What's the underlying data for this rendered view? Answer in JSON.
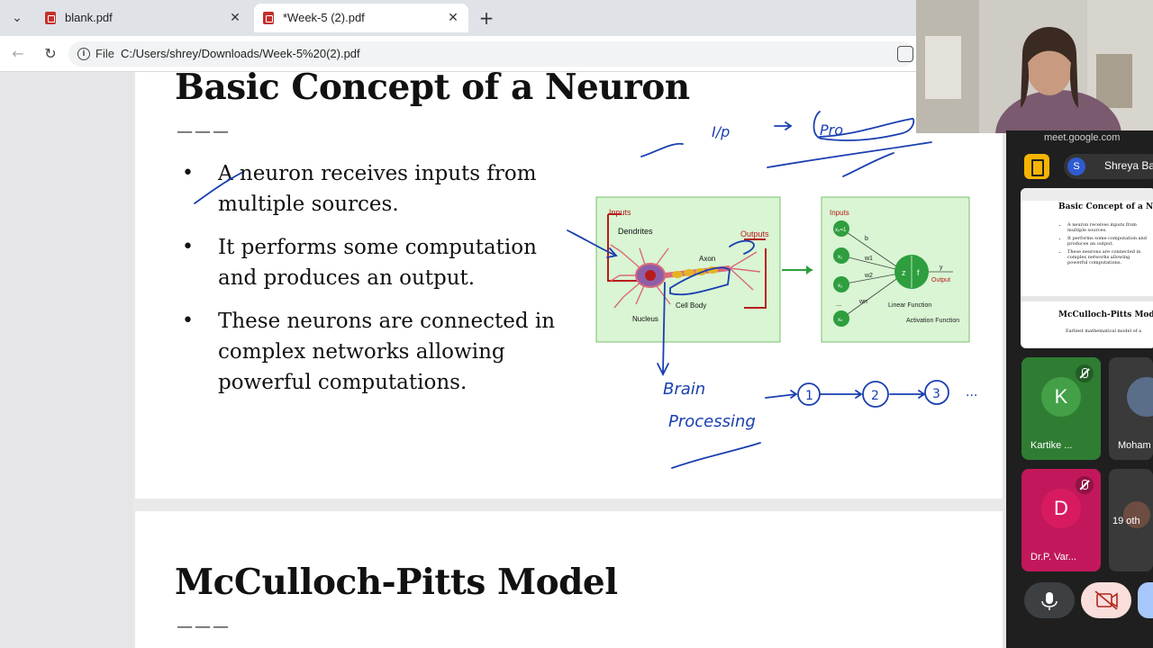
{
  "browser": {
    "tabs": [
      {
        "label": "blank.pdf",
        "active": false
      },
      {
        "label": "*Week-5 (2).pdf",
        "active": true
      }
    ],
    "address": {
      "scheme": "File",
      "path": "C:/Users/shrey/Downloads/Week-5%20(2).pdf"
    }
  },
  "slide1": {
    "title": "Basic Concept of a Neuron",
    "divider": "———",
    "bullets": [
      "A neuron receives inputs from multiple sources.",
      "It performs some computation and produces an output.",
      "These neurons are connected in complex networks allowing powerful computations."
    ],
    "bio_diagram": {
      "inputs": "Inputs",
      "dendrites": "Dendrites",
      "outputs": "Outputs",
      "axon": "Axon",
      "cell_body": "Cell Body",
      "nucleus": "Nucleus"
    },
    "math_diagram": {
      "inputs": "Inputs",
      "x0": "x₀=1",
      "x1": "x₁",
      "x2": "x₂",
      "dots": "...",
      "xn": "xₙ",
      "b": "b",
      "w1": "w1",
      "w2": "w2",
      "wn": "wn",
      "z": "z",
      "f": "f",
      "y": "y",
      "output": "Output",
      "linear_function": "Linear Function",
      "activation_function": "Activation Function"
    },
    "annotations": {
      "top_a": "I/p",
      "top_b": "Pro",
      "brain1": "Brain",
      "brain2": "Processing",
      "n1": "1",
      "n2": "2",
      "n3": "3",
      "ellipsis": "..."
    }
  },
  "slide2": {
    "title": "McCulloch-Pitts Model",
    "divider": "———"
  },
  "meet": {
    "url": "meet.google.com",
    "presenter_initial": "S",
    "presenter_name": "Shreya Ba",
    "preview": {
      "title": "Basic Concept of a Neuro",
      "bullets": [
        "A neuron receives inputs from multiple sources.",
        "It performs some computation and produces an output.",
        "These neurons are connected in complex networks allowing powerful computations."
      ],
      "title2": "McCulloch-Pitts Model",
      "line2": "Earliest mathematical model of a"
    },
    "participants": [
      {
        "initial": "K",
        "name": "Kartike ...",
        "color": "#2e7d32"
      },
      {
        "initial": "",
        "name": "Moham",
        "color": "#3a3a3a"
      },
      {
        "initial": "D",
        "name": "Dr.P. Var...",
        "color": "#c2185b"
      },
      {
        "initial": "",
        "name": "19 oth",
        "color": "#3a3a3a"
      }
    ]
  }
}
